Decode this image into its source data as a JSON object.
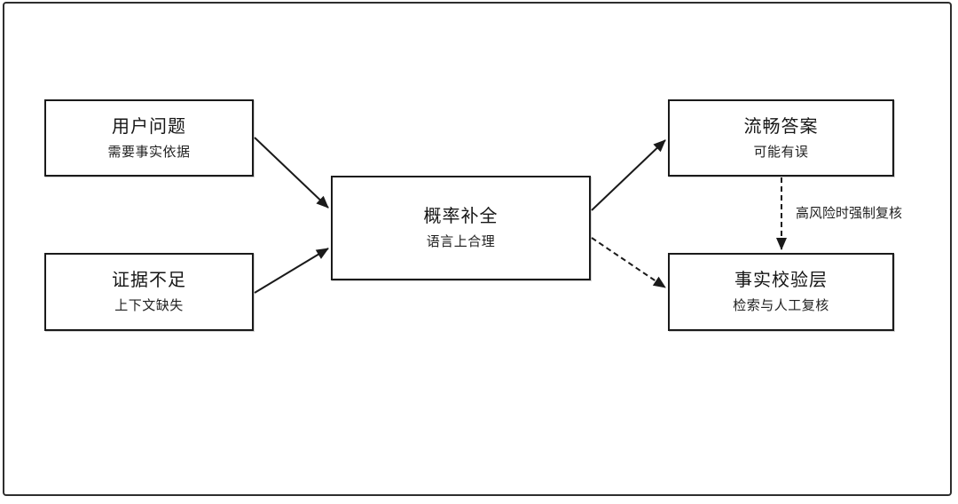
{
  "diagram": {
    "colors": {
      "stroke": "#1a1a1a",
      "node_border": "#1a1a1a",
      "background": "#ffffff",
      "frame_border": "#2e2e2e"
    },
    "nodes": {
      "user_question": {
        "title": "用户问题",
        "subtitle": "需要事实依据"
      },
      "insufficient_evidence": {
        "title": "证据不足",
        "subtitle": "上下文缺失"
      },
      "probabilistic_completion": {
        "title": "概率补全",
        "subtitle": "语言上合理"
      },
      "fluent_answer": {
        "title": "流畅答案",
        "subtitle": "可能有误"
      },
      "fact_check_layer": {
        "title": "事实校验层",
        "subtitle": "检索与人工复核"
      }
    },
    "edges": [
      {
        "from": "user_question",
        "to": "probabilistic_completion",
        "style": "solid",
        "label": ""
      },
      {
        "from": "insufficient_evidence",
        "to": "probabilistic_completion",
        "style": "solid",
        "label": ""
      },
      {
        "from": "probabilistic_completion",
        "to": "fluent_answer",
        "style": "solid",
        "label": ""
      },
      {
        "from": "probabilistic_completion",
        "to": "fact_check_layer",
        "style": "dashed",
        "label": ""
      },
      {
        "from": "fluent_answer",
        "to": "fact_check_layer",
        "style": "dashed",
        "label": "高风险时强制复核"
      }
    ]
  }
}
